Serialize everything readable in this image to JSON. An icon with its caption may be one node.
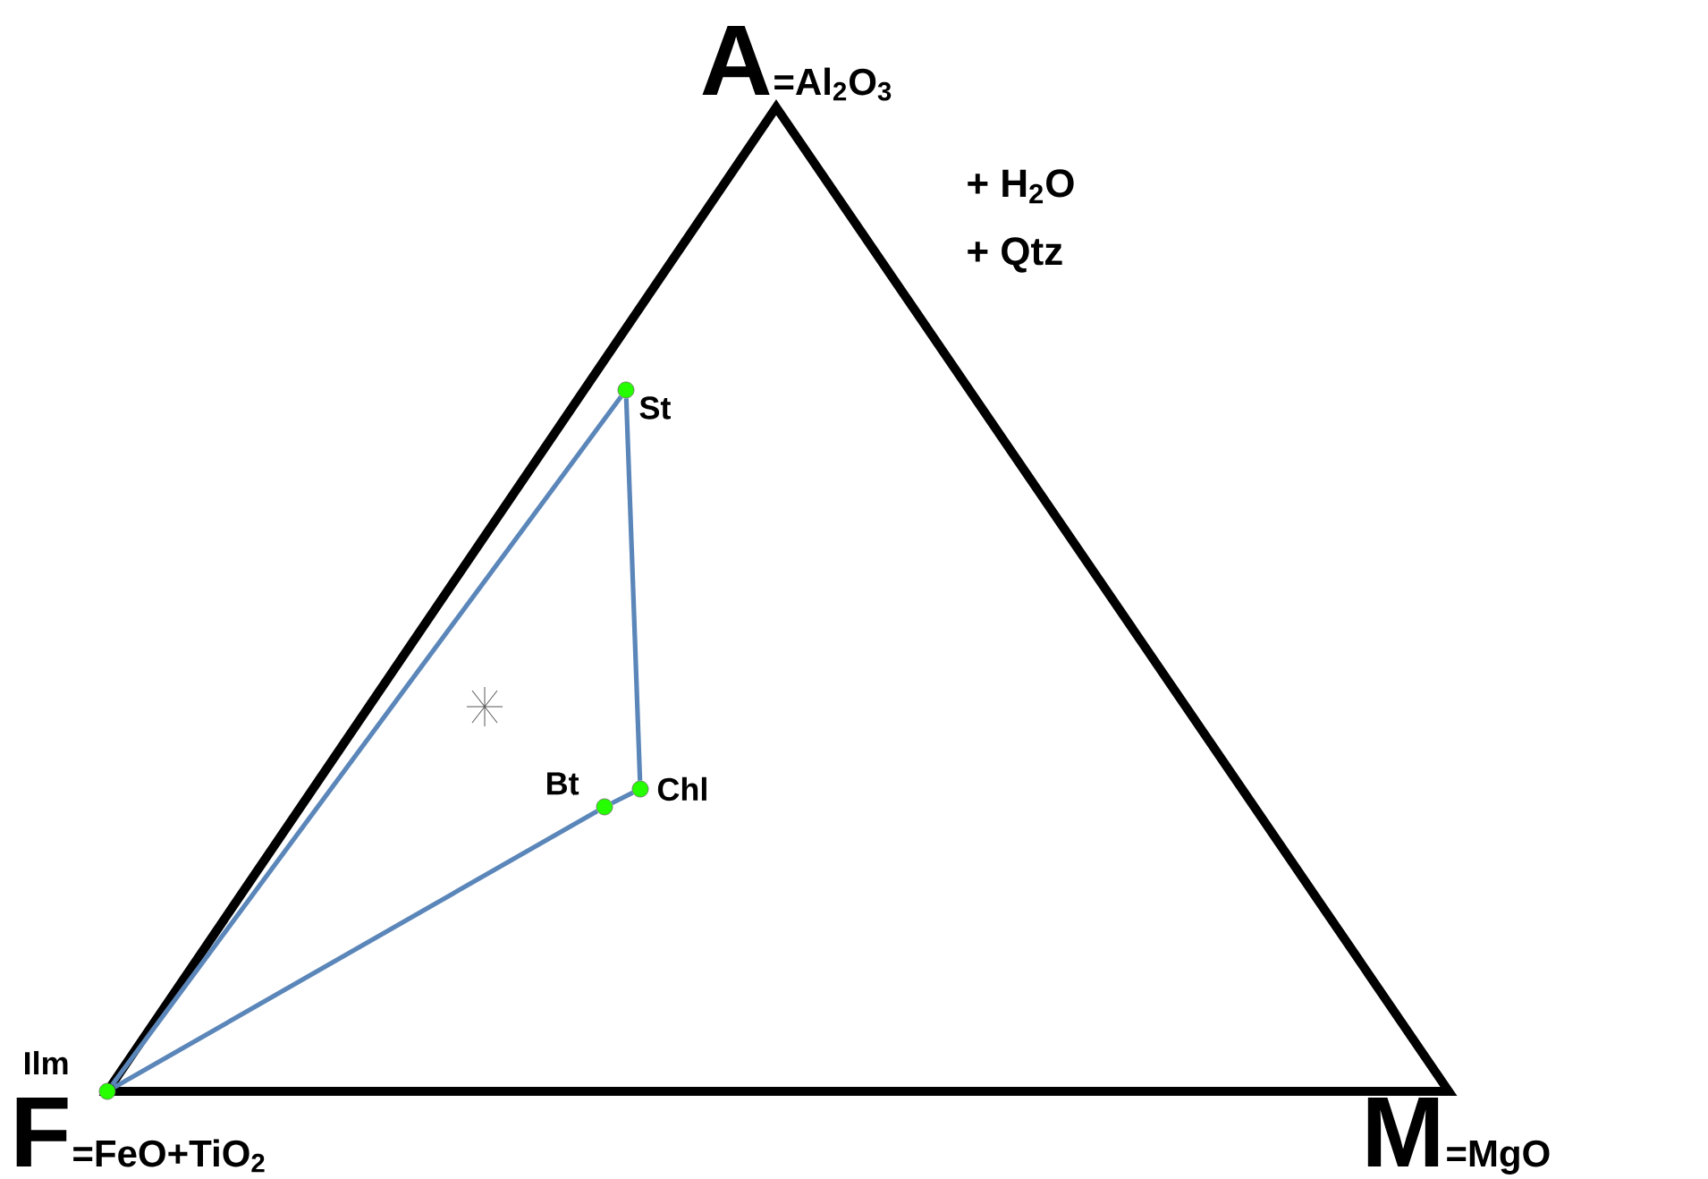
{
  "diagram": {
    "nodes": [
      {
        "text": [],
        "shape": "circle",
        "beside": [
          "St"
        ]
      },
      {
        "text": [],
        "shape": "circle",
        "beside": [
          "Chl"
        ]
      },
      {
        "text": [],
        "shape": "circle",
        "beside": [
          "Bt"
        ]
      },
      {
        "text": [],
        "shape": "circle",
        "beside": [
          "Ilm"
        ]
      }
    ],
    "edges": [
      {
        "from": 3,
        "to": 0,
        "arrow": "none"
      },
      {
        "from": 0,
        "to": 1,
        "arrow": "none"
      },
      {
        "from": 1,
        "to": 2,
        "arrow": "none"
      },
      {
        "from": 2,
        "to": 3,
        "arrow": "none"
      }
    ],
    "labels": [
      "A",
      "=Al$_{2}$O$_{3}$",
      "+ H$_{2}$O",
      "+ Qtz",
      "F",
      "=FeO+TiO$_{2}$",
      "M",
      "=MgO"
    ]
  }
}
